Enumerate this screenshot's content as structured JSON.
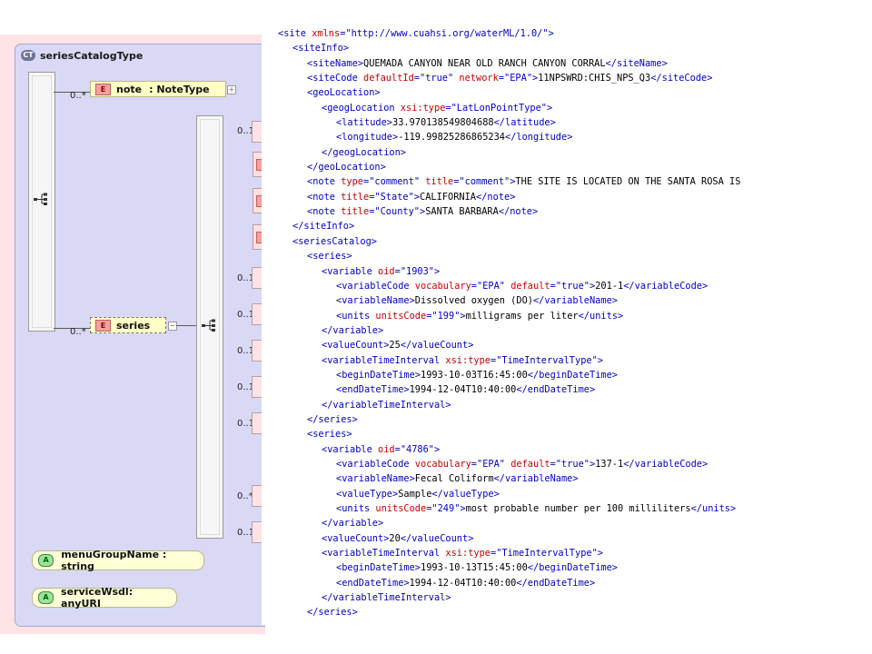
{
  "colors": {
    "tag": "#0000c8",
    "attribute": "#c80000",
    "attr_value": "#0000c8",
    "text": "#000000",
    "diagram_bg": "#d9d9f5",
    "element_fill": "#ffffc6"
  },
  "schema": {
    "title": "seriesCatalogType",
    "ct_badge": "CT",
    "element_badge": "E",
    "attribute_badge": "A",
    "plus": "+",
    "minus": "−",
    "note": {
      "cardinality": "0..*",
      "name": "note",
      "type": ": NoteType"
    },
    "series": {
      "cardinality": "0..*",
      "name": "series"
    },
    "child_cardinalities": [
      "0..1",
      "0..1",
      "0..1",
      "0..1",
      "0..1",
      "0..1",
      "0..*",
      "0..1"
    ],
    "attributes": [
      {
        "name": "menuGroupName : string"
      },
      {
        "name": "serviceWsdl: anyURI"
      }
    ]
  },
  "xml": {
    "lines": [
      {
        "indent": 0,
        "tokens": [
          [
            "t",
            "<site "
          ],
          [
            "a",
            "xmlns"
          ],
          [
            "t",
            "="
          ],
          [
            "v",
            "\"http://www.cuahsi.org/waterML/1.0/\""
          ],
          [
            "t",
            ">"
          ]
        ]
      },
      {
        "indent": 1,
        "tokens": [
          [
            "t",
            "<siteInfo>"
          ]
        ]
      },
      {
        "indent": 2,
        "tokens": [
          [
            "t",
            "<siteName>"
          ],
          [
            "x",
            "QUEMADA CANYON NEAR OLD RANCH CANYON CORRAL"
          ],
          [
            "t",
            "</siteName>"
          ]
        ]
      },
      {
        "indent": 2,
        "tokens": [
          [
            "t",
            "<siteCode "
          ],
          [
            "a",
            "defaultId"
          ],
          [
            "t",
            "="
          ],
          [
            "v",
            "\"true\""
          ],
          [
            "t",
            " "
          ],
          [
            "a",
            "network"
          ],
          [
            "t",
            "="
          ],
          [
            "v",
            "\"EPA\""
          ],
          [
            "t",
            ">"
          ],
          [
            "x",
            "11NPSWRD:CHIS_NPS_Q3"
          ],
          [
            "t",
            "</siteCode>"
          ]
        ]
      },
      {
        "indent": 2,
        "tokens": [
          [
            "t",
            "<geoLocation>"
          ]
        ]
      },
      {
        "indent": 3,
        "tokens": [
          [
            "t",
            "<geogLocation "
          ],
          [
            "a",
            "xsi:type"
          ],
          [
            "t",
            "="
          ],
          [
            "v",
            "\"LatLonPointType\""
          ],
          [
            "t",
            ">"
          ]
        ]
      },
      {
        "indent": 4,
        "tokens": [
          [
            "t",
            "<latitude>"
          ],
          [
            "x",
            "33.970138549804688"
          ],
          [
            "t",
            "</latitude>"
          ]
        ]
      },
      {
        "indent": 4,
        "tokens": [
          [
            "t",
            "<longitude>"
          ],
          [
            "x",
            "-119.99825286865234"
          ],
          [
            "t",
            "</longitude>"
          ]
        ]
      },
      {
        "indent": 3,
        "tokens": [
          [
            "t",
            "</geogLocation>"
          ]
        ]
      },
      {
        "indent": 2,
        "tokens": [
          [
            "t",
            "</geoLocation>"
          ]
        ]
      },
      {
        "indent": 2,
        "tokens": [
          [
            "t",
            "<note "
          ],
          [
            "a",
            "type"
          ],
          [
            "t",
            "="
          ],
          [
            "v",
            "\"comment\""
          ],
          [
            "t",
            " "
          ],
          [
            "a",
            "title"
          ],
          [
            "t",
            "="
          ],
          [
            "v",
            "\"comment\""
          ],
          [
            "t",
            ">"
          ],
          [
            "x",
            "THE SITE IS LOCATED ON THE SANTA ROSA IS"
          ]
        ]
      },
      {
        "indent": 2,
        "tokens": [
          [
            "t",
            "<note "
          ],
          [
            "a",
            "title"
          ],
          [
            "t",
            "="
          ],
          [
            "v",
            "\"State\""
          ],
          [
            "t",
            ">"
          ],
          [
            "x",
            "CALIFORNIA"
          ],
          [
            "t",
            "</note>"
          ]
        ]
      },
      {
        "indent": 2,
        "tokens": [
          [
            "t",
            "<note "
          ],
          [
            "a",
            "title"
          ],
          [
            "t",
            "="
          ],
          [
            "v",
            "\"County\""
          ],
          [
            "t",
            ">"
          ],
          [
            "x",
            "SANTA BARBARA"
          ],
          [
            "t",
            "</note>"
          ]
        ]
      },
      {
        "indent": 1,
        "tokens": [
          [
            "t",
            "</siteInfo>"
          ]
        ]
      },
      {
        "indent": 1,
        "tokens": [
          [
            "t",
            "<seriesCatalog>"
          ]
        ]
      },
      {
        "indent": 2,
        "tokens": [
          [
            "t",
            "<series>"
          ]
        ]
      },
      {
        "indent": 3,
        "tokens": [
          [
            "t",
            "<variable "
          ],
          [
            "a",
            "oid"
          ],
          [
            "t",
            "="
          ],
          [
            "v",
            "\"1903\""
          ],
          [
            "t",
            ">"
          ]
        ]
      },
      {
        "indent": 4,
        "tokens": [
          [
            "t",
            "<variableCode "
          ],
          [
            "a",
            "vocabulary"
          ],
          [
            "t",
            "="
          ],
          [
            "v",
            "\"EPA\""
          ],
          [
            "t",
            " "
          ],
          [
            "a",
            "default"
          ],
          [
            "t",
            "="
          ],
          [
            "v",
            "\"true\""
          ],
          [
            "t",
            ">"
          ],
          [
            "x",
            "201-1"
          ],
          [
            "t",
            "</variableCode>"
          ]
        ]
      },
      {
        "indent": 4,
        "tokens": [
          [
            "t",
            "<variableName>"
          ],
          [
            "x",
            "Dissolved oxygen (DO)"
          ],
          [
            "t",
            "</variableName>"
          ]
        ]
      },
      {
        "indent": 4,
        "tokens": [
          [
            "t",
            "<units "
          ],
          [
            "a",
            "unitsCode"
          ],
          [
            "t",
            "="
          ],
          [
            "v",
            "\"199\""
          ],
          [
            "t",
            ">"
          ],
          [
            "x",
            "milligrams per liter"
          ],
          [
            "t",
            "</units>"
          ]
        ]
      },
      {
        "indent": 3,
        "tokens": [
          [
            "t",
            "</variable>"
          ]
        ]
      },
      {
        "indent": 3,
        "tokens": [
          [
            "t",
            "<valueCount>"
          ],
          [
            "x",
            "25"
          ],
          [
            "t",
            "</valueCount>"
          ]
        ]
      },
      {
        "indent": 3,
        "tokens": [
          [
            "t",
            "<variableTimeInterval "
          ],
          [
            "a",
            "xsi:type"
          ],
          [
            "t",
            "="
          ],
          [
            "v",
            "\"TimeIntervalType\""
          ],
          [
            "t",
            ">"
          ]
        ]
      },
      {
        "indent": 4,
        "tokens": [
          [
            "t",
            "<beginDateTime>"
          ],
          [
            "x",
            "1993-10-03T16:45:00"
          ],
          [
            "t",
            "</beginDateTime>"
          ]
        ]
      },
      {
        "indent": 4,
        "tokens": [
          [
            "t",
            "<endDateTime>"
          ],
          [
            "x",
            "1994-12-04T10:40:00"
          ],
          [
            "t",
            "</endDateTime>"
          ]
        ]
      },
      {
        "indent": 3,
        "tokens": [
          [
            "t",
            "</variableTimeInterval>"
          ]
        ]
      },
      {
        "indent": 2,
        "tokens": [
          [
            "t",
            "</series>"
          ]
        ]
      },
      {
        "indent": 2,
        "tokens": [
          [
            "t",
            "<series>"
          ]
        ]
      },
      {
        "indent": 3,
        "tokens": [
          [
            "t",
            "<variable "
          ],
          [
            "a",
            "oid"
          ],
          [
            "t",
            "="
          ],
          [
            "v",
            "\"4786\""
          ],
          [
            "t",
            ">"
          ]
        ]
      },
      {
        "indent": 4,
        "tokens": [
          [
            "t",
            "<variableCode "
          ],
          [
            "a",
            "vocabulary"
          ],
          [
            "t",
            "="
          ],
          [
            "v",
            "\"EPA\""
          ],
          [
            "t",
            " "
          ],
          [
            "a",
            "default"
          ],
          [
            "t",
            "="
          ],
          [
            "v",
            "\"true\""
          ],
          [
            "t",
            ">"
          ],
          [
            "x",
            "137-1"
          ],
          [
            "t",
            "</variableCode>"
          ]
        ]
      },
      {
        "indent": 4,
        "tokens": [
          [
            "t",
            "<variableName>"
          ],
          [
            "x",
            "Fecal Coliform"
          ],
          [
            "t",
            "</variableName>"
          ]
        ]
      },
      {
        "indent": 4,
        "tokens": [
          [
            "t",
            "<valueType>"
          ],
          [
            "x",
            "Sample"
          ],
          [
            "t",
            "</valueType>"
          ]
        ]
      },
      {
        "indent": 4,
        "tokens": [
          [
            "t",
            "<units "
          ],
          [
            "a",
            "unitsCode"
          ],
          [
            "t",
            "="
          ],
          [
            "v",
            "\"249\""
          ],
          [
            "t",
            ">"
          ],
          [
            "x",
            "most probable number per 100 milliliters"
          ],
          [
            "t",
            "</units>"
          ]
        ]
      },
      {
        "indent": 3,
        "tokens": [
          [
            "t",
            "</variable>"
          ]
        ]
      },
      {
        "indent": 3,
        "tokens": [
          [
            "t",
            "<valueCount>"
          ],
          [
            "x",
            "20"
          ],
          [
            "t",
            "</valueCount>"
          ]
        ]
      },
      {
        "indent": 3,
        "tokens": [
          [
            "t",
            "<variableTimeInterval "
          ],
          [
            "a",
            "xsi:type"
          ],
          [
            "t",
            "="
          ],
          [
            "v",
            "\"TimeIntervalType\""
          ],
          [
            "t",
            ">"
          ]
        ]
      },
      {
        "indent": 4,
        "tokens": [
          [
            "t",
            "<beginDateTime>"
          ],
          [
            "x",
            "1993-10-13T15:45:00"
          ],
          [
            "t",
            "</beginDateTime>"
          ]
        ]
      },
      {
        "indent": 4,
        "tokens": [
          [
            "t",
            "<endDateTime>"
          ],
          [
            "x",
            "1994-12-04T10:40:00"
          ],
          [
            "t",
            "</endDateTime>"
          ]
        ]
      },
      {
        "indent": 3,
        "tokens": [
          [
            "t",
            "</variableTimeInterval>"
          ]
        ]
      },
      {
        "indent": 2,
        "tokens": [
          [
            "t",
            "</series>"
          ]
        ]
      }
    ]
  }
}
